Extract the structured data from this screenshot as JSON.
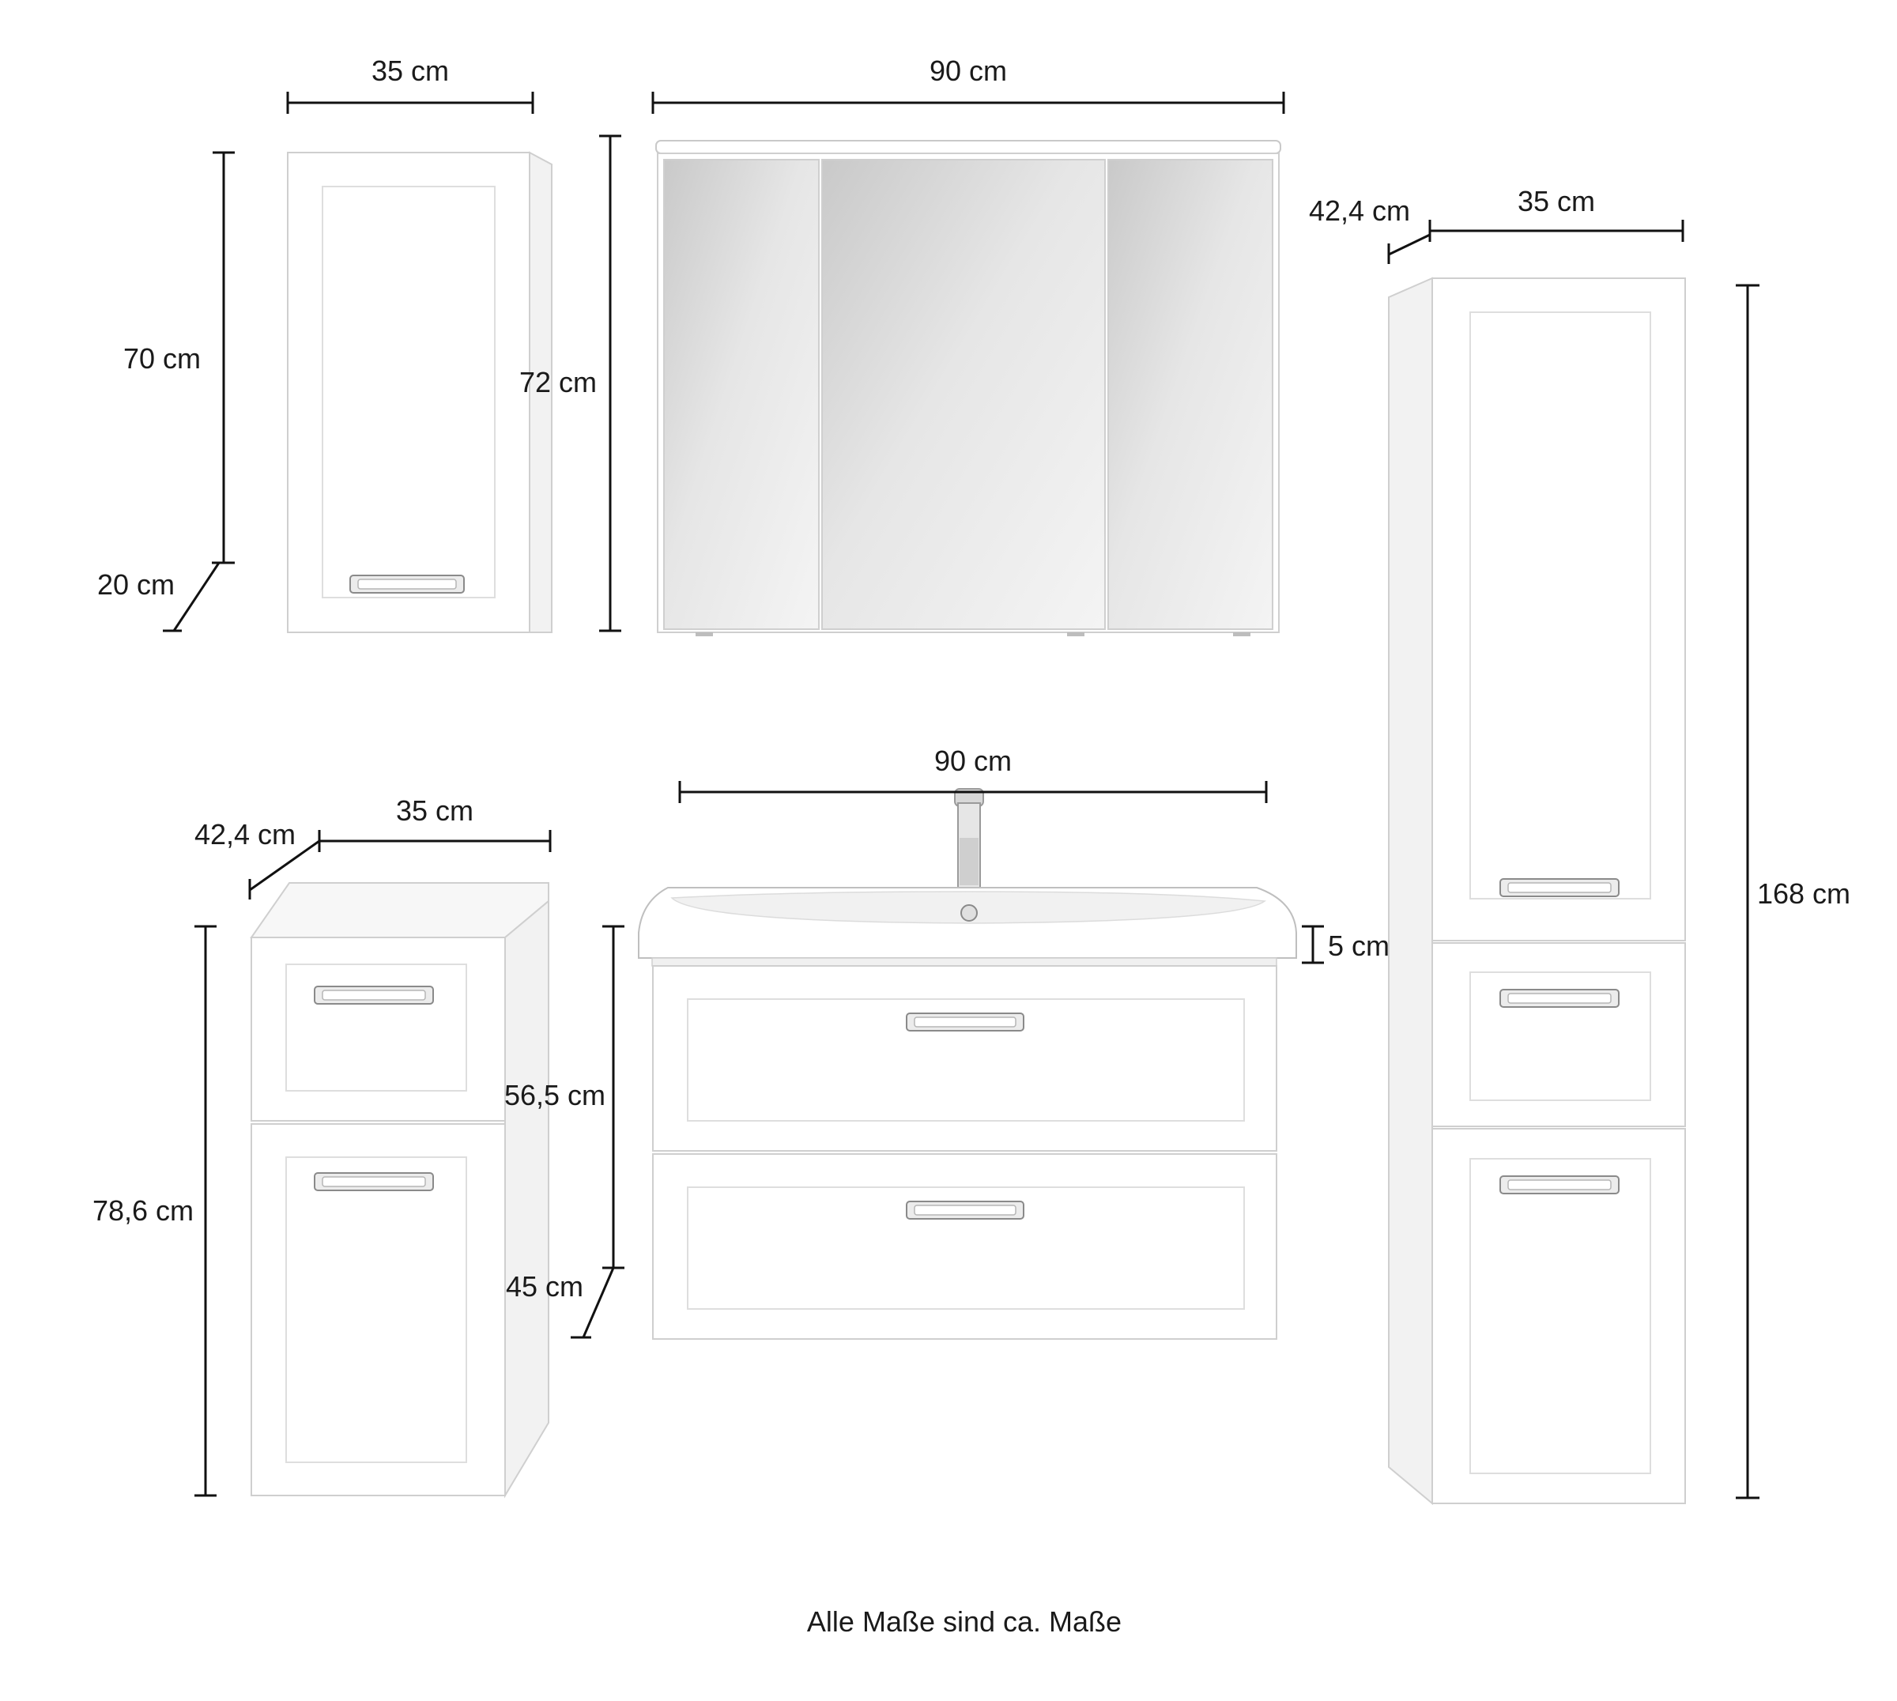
{
  "dimensions": {
    "wall_cabinet": {
      "width": "35 cm",
      "height": "70 cm",
      "depth": "20 cm"
    },
    "mirror_cabinet": {
      "width": "90 cm",
      "height": "72 cm"
    },
    "tall_cabinet": {
      "depth": "42,4 cm",
      "width": "35 cm",
      "height": "168 cm"
    },
    "base_cabinet": {
      "depth": "42,4 cm",
      "width": "35 cm",
      "height": "78,6 cm"
    },
    "vanity": {
      "width": "90 cm",
      "basin_height": "5 cm",
      "height": "56,5 cm",
      "depth": "45 cm"
    }
  },
  "footer": {
    "note": "Alle Maße sind ca. Maße"
  },
  "colors": {
    "furniture": "#ffffff",
    "outline": "#cfcfcf",
    "dimension_line": "#111111",
    "text": "#1a1a1a"
  }
}
